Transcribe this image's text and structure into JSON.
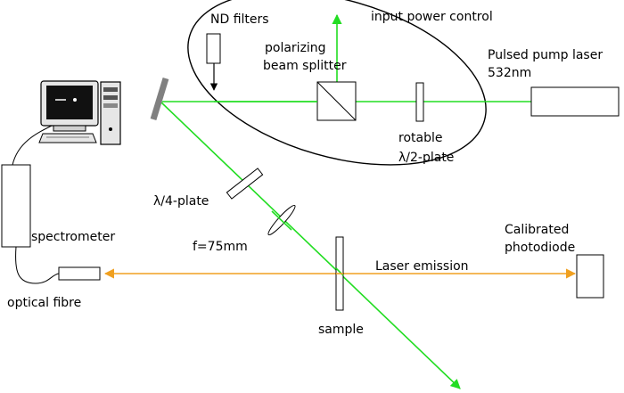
{
  "labels": {
    "nd_filters": "ND filters",
    "input_power_control": "input power control",
    "polarizing_line1": "polarizing",
    "polarizing_line2": "beam splitter",
    "pump_laser_line1": "Pulsed pump laser",
    "pump_laser_line2": "532nm",
    "rotable_line1": "rotable",
    "rotable_line2": "λ/2-plate",
    "quarter_plate": "λ/4-plate",
    "spectrometer": "spectrometer",
    "focal_length": "f=75mm",
    "calibrated_line1": "Calibrated",
    "calibrated_line2": "photodiode",
    "laser_emission": "Laser emission",
    "optical_fibre": "optical fibre",
    "sample": "sample"
  },
  "colors": {
    "pump_beam": "#22dd22",
    "emission_beam": "#f0a020",
    "mirror": "#808080",
    "outline": "#000000"
  },
  "icons": {
    "computer": "computer-icon"
  }
}
